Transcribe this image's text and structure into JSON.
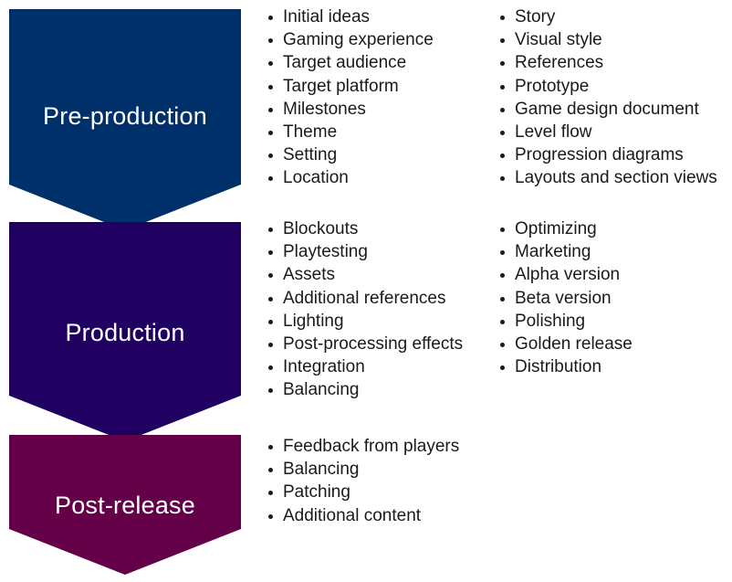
{
  "colors": {
    "pre_production": "#00306a",
    "production": "#200060",
    "post_release": "#640048"
  },
  "phases": [
    {
      "label": "Pre-production",
      "left_items": [
        "Initial ideas",
        "Gaming experience",
        "Target audience",
        "Target platform",
        "Milestones",
        "Theme",
        "Setting",
        "Location"
      ],
      "right_items": [
        "Story",
        "Visual style",
        "References",
        "Prototype",
        "Game design document",
        "Level flow",
        "Progression diagrams",
        "Layouts and section views"
      ]
    },
    {
      "label": "Production",
      "left_items": [
        "Blockouts",
        "Playtesting",
        "Assets",
        "Additional references",
        "Lighting",
        "Post-processing effects",
        "Integration",
        "Balancing"
      ],
      "right_items": [
        "Optimizing",
        "Marketing",
        "Alpha version",
        "Beta version",
        "Polishing",
        "Golden release",
        "Distribution"
      ]
    },
    {
      "label": "Post-release",
      "left_items": [
        "Feedback from players",
        "Balancing",
        "Patching",
        "Additional content"
      ],
      "right_items": []
    }
  ]
}
